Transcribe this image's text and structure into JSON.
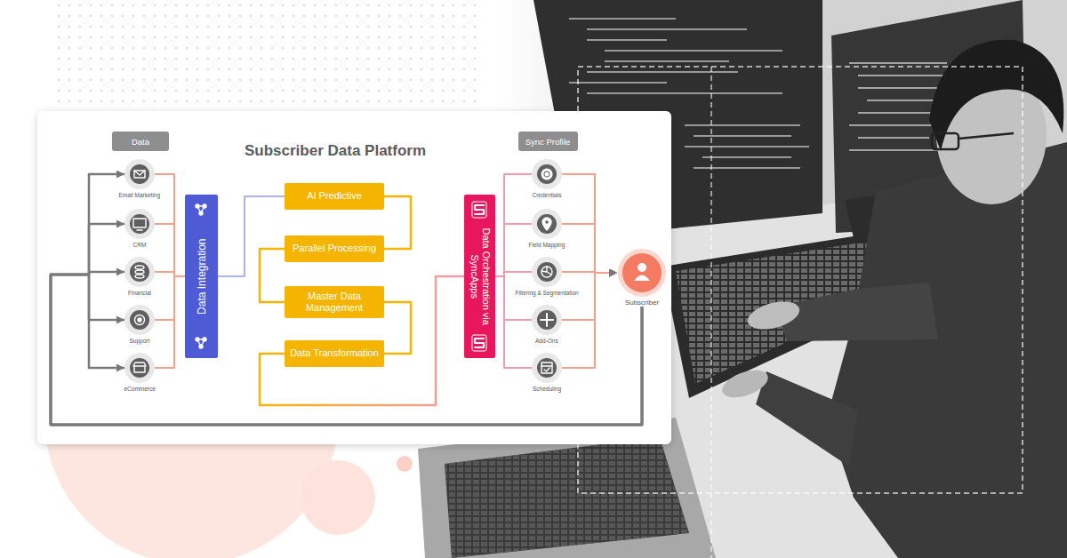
{
  "diagram": {
    "title": "Subscriber Data Platform",
    "nodes": [
      {
        "text": [
          "Data"
        ]
      },
      {
        "text": [
          "Email Marketing"
        ]
      },
      {
        "text": [
          "CRM"
        ]
      },
      {
        "text": [
          "Financial"
        ]
      },
      {
        "text": [
          "Support"
        ]
      },
      {
        "text": [
          "eCommerce"
        ]
      },
      {
        "text": [
          "Data Integration"
        ]
      },
      {
        "text": [
          "AI Predictive"
        ]
      },
      {
        "text": [
          "Parallel Processing"
        ]
      },
      {
        "text": [
          "Master Data Management"
        ]
      },
      {
        "text": [
          "Data Transformation"
        ]
      },
      {
        "text": [
          "Data Orchestration via SyncApps"
        ]
      },
      {
        "text": [
          "Sync Profile"
        ]
      },
      {
        "text": [
          "Credentials"
        ]
      },
      {
        "text": [
          "Field Mapping"
        ]
      },
      {
        "text": [
          "Filtering & Segmentation"
        ]
      },
      {
        "text": [
          "Add-Ons"
        ]
      },
      {
        "text": [
          "Scheduling"
        ]
      },
      {
        "text": [
          "Subscriber"
        ]
      }
    ],
    "edges": [
      {
        "from": 1,
        "to": 6,
        "arrow": "none"
      },
      {
        "from": 2,
        "to": 6,
        "arrow": "none"
      },
      {
        "from": 3,
        "to": 6,
        "arrow": "none"
      },
      {
        "from": 4,
        "to": 6,
        "arrow": "none"
      },
      {
        "from": 5,
        "to": 6,
        "arrow": "none"
      },
      {
        "from": 6,
        "to": 7,
        "arrow": "none"
      },
      {
        "from": 7,
        "to": 8,
        "arrow": "none"
      },
      {
        "from": 8,
        "to": 9,
        "arrow": "none"
      },
      {
        "from": 9,
        "to": 10,
        "arrow": "none"
      },
      {
        "from": 10,
        "to": 11,
        "arrow": "none"
      },
      {
        "from": 11,
        "to": 13,
        "arrow": "none"
      },
      {
        "from": 11,
        "to": 14,
        "arrow": "none"
      },
      {
        "from": 11,
        "to": 15,
        "arrow": "none"
      },
      {
        "from": 11,
        "to": 16,
        "arrow": "none"
      },
      {
        "from": 11,
        "to": 17,
        "arrow": "none"
      },
      {
        "from": 13,
        "to": 18,
        "arrow": "to"
      },
      {
        "from": 14,
        "to": 18,
        "arrow": "to"
      },
      {
        "from": 15,
        "to": 18,
        "arrow": "to"
      },
      {
        "from": 16,
        "to": 18,
        "arrow": "to"
      },
      {
        "from": 17,
        "to": 18,
        "arrow": "to"
      },
      {
        "from": 18,
        "to": 1,
        "arrow": "to"
      },
      {
        "from": 18,
        "to": 2,
        "arrow": "to"
      },
      {
        "from": 18,
        "to": 3,
        "arrow": "to"
      },
      {
        "from": 18,
        "to": 4,
        "arrow": "to"
      },
      {
        "from": 18,
        "to": 5,
        "arrow": "to"
      }
    ]
  }
}
